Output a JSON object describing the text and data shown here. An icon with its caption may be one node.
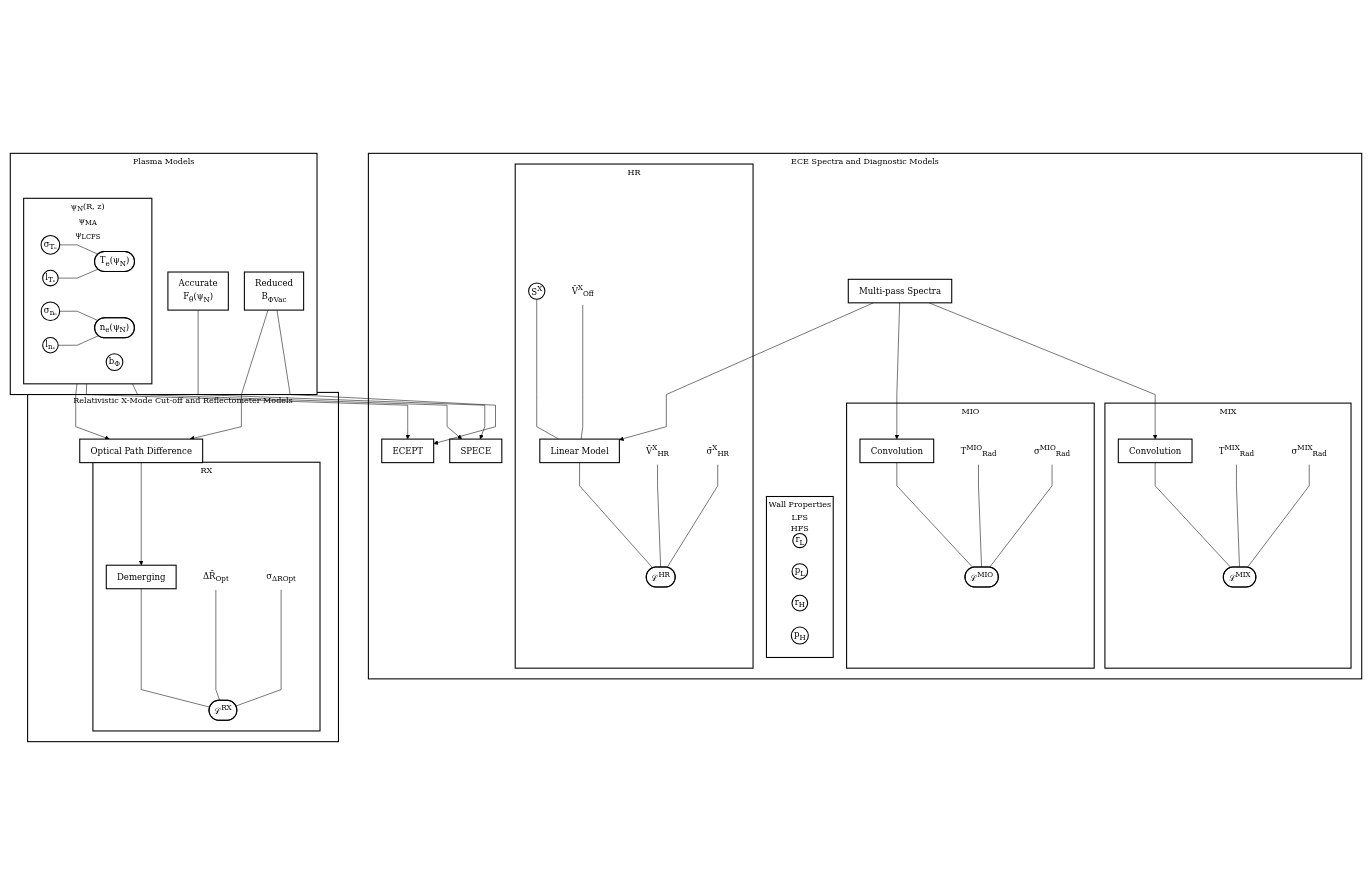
{
  "diagram": {
    "nodes": [
      {
        "text": [
          "Plasma Models"
        ]
      },
      {
        "text": [
          "Accurate",
          "F$_{θ}$(ψ$_{N}$)"
        ],
        "in": 0
      },
      {
        "text": [
          "ψ$_{N}$(R, z)",
          "ψ$_{MA}$",
          "ψ$_{LCFS}$"
        ],
        "in": 0
      },
      {
        "text": [
          "σ$_{Tₑ}$"
        ],
        "in": 2
      },
      {
        "text": [
          "l$_{Tₑ}$"
        ],
        "in": 2
      },
      {
        "text": [
          "σ$_{nₑ}$"
        ],
        "in": 2
      },
      {
        "text": [
          "l$_{nₑ}$"
        ],
        "in": 2
      },
      {
        "text": [
          "T$_{e}$(ψ$_{N}$)"
        ],
        "in": 2
      },
      {
        "text": [
          "n$_{e}$(ψ$_{N}$)"
        ],
        "in": 2
      },
      {
        "text": [
          "b$_{Φ}$"
        ],
        "in": 2
      },
      {
        "text": [
          "Reduced",
          "B$_{ΦVac}$"
        ],
        "in": 0
      },
      {
        "text": [
          "ECE Spectra and Diagnostic Models"
        ]
      },
      {
        "text": [
          "SPECE"
        ],
        "in": 11
      },
      {
        "text": [
          "ECEPT"
        ],
        "in": 11
      },
      {
        "text": [
          "Wall Properties",
          "LFS",
          "HFS"
        ],
        "in": 11
      },
      {
        "text": [
          "r$_{L}$"
        ],
        "in": 14
      },
      {
        "text": [
          "p$_{L}$"
        ],
        "in": 14
      },
      {
        "text": [
          "r$_{H}$"
        ],
        "in": 14
      },
      {
        "text": [
          "p$_{H}$"
        ],
        "in": 14
      },
      {
        "text": [
          "Multi-pass Spectra"
        ],
        "in": 11
      },
      {
        "text": [
          "MIX"
        ],
        "in": 11
      },
      {
        "text": [
          "Convolution"
        ],
        "in": 20
      },
      {
        "text": [
          "T$^{MIX}$$_{Rad}$"
        ],
        "in": 20
      },
      {
        "text": [
          "σ$^{MIX}$$_{Rad}$"
        ],
        "in": 20
      },
      {
        "text": [
          "ℒ$^{MIX}$"
        ],
        "in": 20
      },
      {
        "text": [
          "MIO"
        ],
        "in": 11
      },
      {
        "text": [
          "Convolution"
        ],
        "in": 25
      },
      {
        "text": [
          "T$^{MIO}$$_{Rad}$"
        ],
        "in": 25
      },
      {
        "text": [
          "σ$^{MIO}$$_{Rad}$"
        ],
        "in": 25
      },
      {
        "text": [
          "ℒ$^{MIO}$"
        ],
        "in": 25
      },
      {
        "text": [
          "HR"
        ],
        "in": 11
      },
      {
        "text": [
          "S$^{X}$"
        ],
        "in": 30
      },
      {
        "text": [
          "V̄$^{X}$$_{Off}$"
        ],
        "in": 30
      },
      {
        "text": [
          "Linear Model"
        ],
        "in": 30
      },
      {
        "text": [
          "V̄$^{X}$$_{HR}$"
        ],
        "in": 30
      },
      {
        "text": [
          "σ̄$^{X}$$_{HR}$"
        ],
        "in": 30
      },
      {
        "text": [
          "ℒ$^{HR}$"
        ],
        "in": 30
      },
      {
        "text": [
          "Relativistic X-Mode Cut-off and Reflectometer Models"
        ]
      },
      {
        "text": [
          "Optical Path Difference"
        ],
        "in": 37
      },
      {
        "text": [
          "RX"
        ],
        "in": 37
      },
      {
        "text": [
          "Demerging"
        ],
        "in": 39
      },
      {
        "text": [
          "ΔR̄$_{Opt}$"
        ],
        "in": 39
      },
      {
        "text": [
          "σ$_{ΔROpt}$"
        ],
        "in": 39
      },
      {
        "text": [
          "ℒ$^{RX}$"
        ],
        "in": 39
      }
    ],
    "edges": [
      {
        "from": 3,
        "to": 7,
        "arrow": "none"
      },
      {
        "from": 4,
        "to": 7,
        "arrow": "none"
      },
      {
        "from": 5,
        "to": 8,
        "arrow": "none"
      },
      {
        "from": 6,
        "to": 8,
        "arrow": "none"
      },
      {
        "from": 1,
        "to": 12,
        "arrow": "to"
      },
      {
        "from": 2,
        "to": 12,
        "arrow": "to"
      },
      {
        "from": 2,
        "to": 13,
        "arrow": "to"
      },
      {
        "from": 10,
        "to": 13,
        "arrow": "to"
      },
      {
        "from": 19,
        "to": 21,
        "arrow": "to"
      },
      {
        "from": 19,
        "to": 26,
        "arrow": "to"
      },
      {
        "from": 19,
        "to": 33,
        "arrow": "to"
      },
      {
        "from": 21,
        "to": 24,
        "arrow": "none"
      },
      {
        "from": 22,
        "to": 24,
        "arrow": "none"
      },
      {
        "from": 23,
        "to": 24,
        "arrow": "none"
      },
      {
        "from": 26,
        "to": 29,
        "arrow": "none"
      },
      {
        "from": 27,
        "to": 29,
        "arrow": "none"
      },
      {
        "from": 28,
        "to": 29,
        "arrow": "none"
      },
      {
        "from": 31,
        "to": 33,
        "arrow": "none"
      },
      {
        "from": 32,
        "to": 33,
        "arrow": "none"
      },
      {
        "from": 33,
        "to": 36,
        "arrow": "none"
      },
      {
        "from": 34,
        "to": 36,
        "arrow": "none"
      },
      {
        "from": 35,
        "to": 36,
        "arrow": "none"
      },
      {
        "from": 2,
        "to": 38,
        "arrow": "to"
      },
      {
        "from": 10,
        "to": 38,
        "arrow": "to"
      },
      {
        "from": 38,
        "to": 40,
        "arrow": "to"
      },
      {
        "from": 40,
        "to": 43,
        "arrow": "none"
      },
      {
        "from": 41,
        "to": 43,
        "arrow": "none"
      },
      {
        "from": 42,
        "to": 43,
        "arrow": "none"
      }
    ]
  }
}
